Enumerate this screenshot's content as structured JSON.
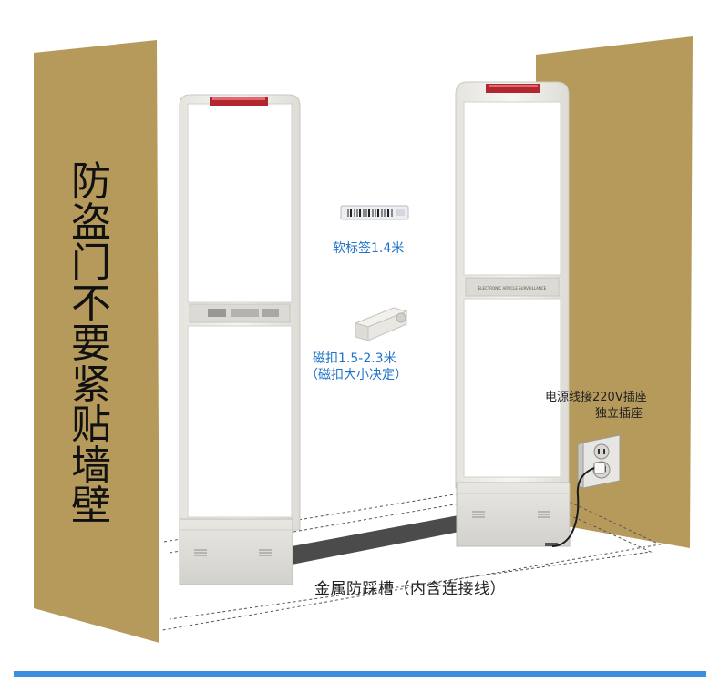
{
  "warning_text": [
    "防",
    "盗",
    "门",
    "不",
    "要",
    "紧",
    "贴",
    "墙",
    "壁"
  ],
  "soft_tag_label": "软标签1.4米",
  "magnetic_clip_label_1": "磁扣1.5-2.3米",
  "magnetic_clip_label_2": "（磁扣大小决定）",
  "power_label_1": "电源线接220V插座",
  "power_label_2": "独立插座",
  "groove_label": "金属防踩槽（内含连接线）",
  "right_panel_text": "ELECTRONIC ARTICLE SURVEILLANCE",
  "colors": {
    "wall": "#b59a5c",
    "label_blue": "#1f73c9",
    "bottom_bar": "#3a8fde",
    "alarm_light": "#b2272f"
  }
}
